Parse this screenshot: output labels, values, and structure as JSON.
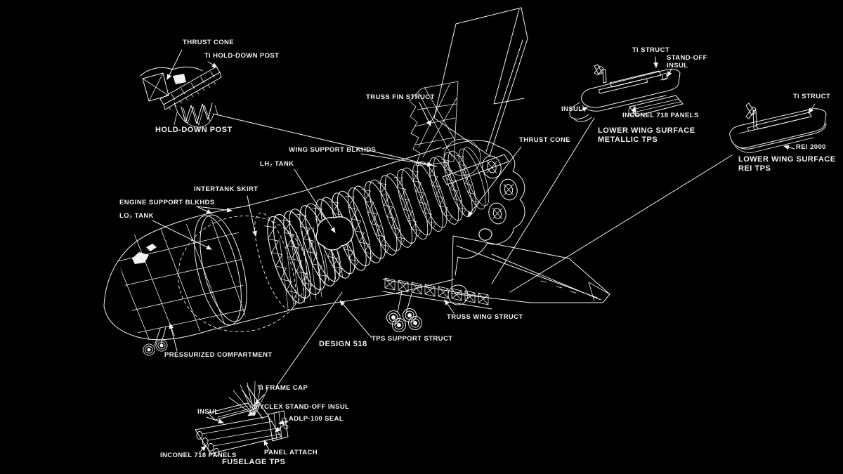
{
  "meta": {
    "title": "Space shuttle booster structural cutaway diagram",
    "design_id": "DESIGN 518",
    "background_color": "#000000",
    "line_color": "#f2f2f2"
  },
  "labels": {
    "thrust_cone_left": "THRUST CONE",
    "ti_hold_down_post": "Ti HOLD-DOWN POST",
    "truss_fin_struct": "TRUSS FIN STRUCT",
    "wing_support_blkhds": "WING SUPPORT BLKHDS",
    "lh2_tank": "LH₂ TANK",
    "intertank_skirt": "INTERTANK SKIRT",
    "engine_support_blkhds": "ENGINE SUPPORT BLKHDS",
    "lo2_tank": "LO₂ TANK",
    "thrust_cone_right": "THRUST CONE",
    "ti_struct_metallic": "Ti STRUCT",
    "stand_off_insul": "STAND-OFF\nINSUL",
    "insul_metallic": "INSUL",
    "inconel_718_panels_metallic": "INCONEL 718 PANELS",
    "ti_struct_rei": "Ti STRUCT",
    "rei_2000": "REI 2000",
    "truss_wing_struct": "TRUSS WING STRUCT",
    "tps_support_struct": "TPS SUPPORT STRUCT",
    "pressurized_compartment": "PRESSURIZED COMPARTMENT",
    "ti_frame_cap": "Ti FRAME CAP",
    "myclex_stand_off_insul": "MYCLEX STAND-OFF INSUL",
    "adlp_100_seal": "ADLP-100 SEAL",
    "insul_fuselage": "INSUL",
    "inconel_718_panels_fuselage": "INCONEL 718 PANELS",
    "panel_attach": "PANEL ATTACH"
  },
  "captions": {
    "hold_down_post": "HOLD-DOWN POST",
    "lower_wing_surface_metallic": "LOWER WING SURFACE\nMETALLIC TPS",
    "lower_wing_surface_rei": "LOWER WING SURFACE\nREI TPS",
    "design_518": "DESIGN 518",
    "fuselage_tps": "FUSELAGE TPS"
  }
}
